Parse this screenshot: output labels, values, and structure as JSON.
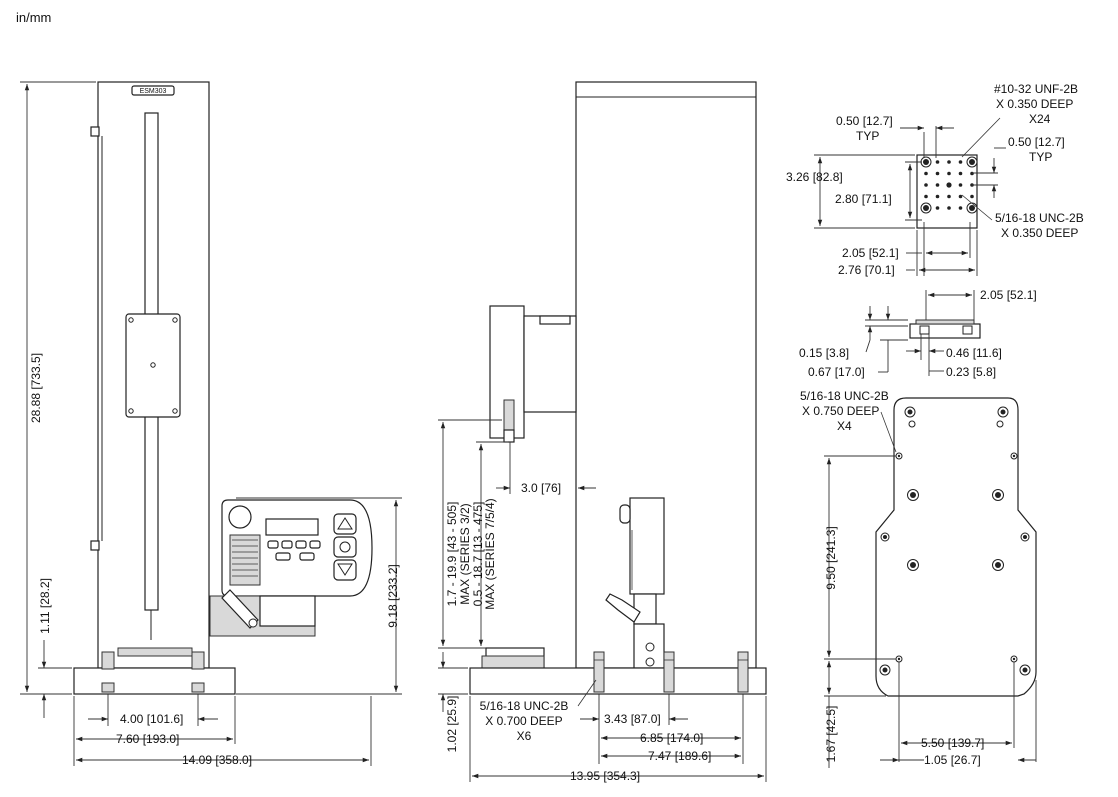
{
  "units_label": "in/mm",
  "model_label": "ESM303",
  "front_view": {
    "height_total": "28.88 [733.5]",
    "base_height": "1.11 [28.2]",
    "controller_height": "9.18 [233.2]",
    "hole_spacing": "4.00 [101.6]",
    "base_depth": "7.60 [193.0]",
    "overall_width": "14.09 [358.0]"
  },
  "side_view": {
    "travel_a_1": "1.7 - 19.9 [43 - 505]",
    "travel_a_2": "MAX (SERIES 3/2)",
    "travel_b_1": "0.5 - 18.7 [13 - 475]",
    "travel_b_2": "MAX (SERIES 7/5/4)",
    "throat": "3.0 [76]",
    "base_height": "1.02 [25.9]",
    "thread_1": "5/16-18 UNC-2B",
    "thread_2": "X 0.700 DEEP",
    "thread_3": "X6",
    "dim_a": "3.43 [87.0]",
    "dim_b": "6.85 [174.0]",
    "dim_c": "7.47 [189.6]",
    "overall_length": "13.95 [354.3]"
  },
  "plate_detail": {
    "thread_small_1": "#10-32 UNF-2B",
    "thread_small_2": "X 0.350 DEEP",
    "thread_small_3": "X24",
    "offset_left_1": "0.50 [12.7]",
    "offset_left_2": "TYP",
    "offset_right_1": "0.50 [12.7]",
    "offset_right_2": "TYP",
    "height_outer": "3.26 [82.8]",
    "height_inner": "2.80 [71.1]",
    "thread_large_1": "5/16-18 UNC-2B",
    "thread_large_2": "X 0.350 DEEP",
    "width_inner": "2.05 [52.1]",
    "width_outer": "2.76 [70.1]"
  },
  "plate_side": {
    "width": "2.05 [52.1]",
    "thickness": "0.15 [3.8]",
    "boss": "0.46 [11.6]",
    "height": "0.67 [17.0]",
    "offset": "0.23 [5.8]"
  },
  "base_plan": {
    "thread_1": "5/16-18 UNC-2B",
    "thread_2": "X 0.750 DEEP",
    "thread_3": "X4",
    "hole_span": "9.50 [241.3]",
    "edge_offset": "1.67 [42.5]",
    "hole_width": "5.50 [139.7]",
    "side_offset": "1.05 [26.7]"
  }
}
